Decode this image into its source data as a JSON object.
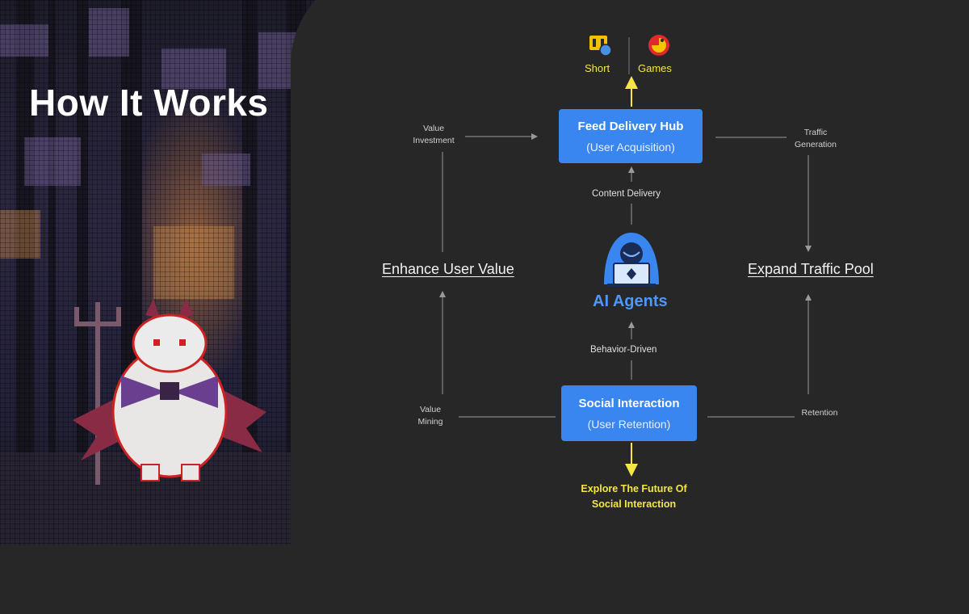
{
  "title": "How It Works",
  "top_outputs": {
    "short_label": "Short",
    "games_label": "Games"
  },
  "hub": {
    "title": "Feed Delivery Hub",
    "subtitle": "(User Acquisition)"
  },
  "social": {
    "title": "Social Interaction",
    "subtitle": "(User Retention)"
  },
  "ai_agents": "AI Agents",
  "left_node": "Enhance User Value",
  "right_node": "Expand Traffic Pool",
  "edge_labels": {
    "content_delivery": "Content Delivery",
    "behavior_driven": "Behavior-Driven",
    "value_investment_1": "Value",
    "value_investment_2": "Investment",
    "traffic_generation_1": "Traffic",
    "traffic_generation_2": "Generation",
    "value_mining_1": "Value",
    "value_mining_2": "Mining",
    "retention": "Retention"
  },
  "future": {
    "line1": "Explore The Future Of",
    "line2": "Social Interaction"
  },
  "colors": {
    "accent_blue": "#3a86f0",
    "highlight_yellow": "#f5e646",
    "background": "#272727"
  }
}
